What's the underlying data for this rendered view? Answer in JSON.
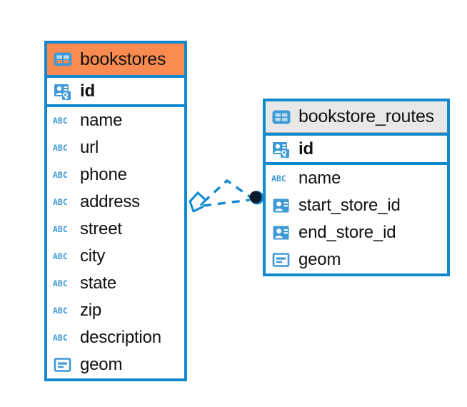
{
  "diagram": {
    "type": "entity-relationship-diagram",
    "background": "#ffffff",
    "colors": {
      "border_blue": "#1089ce",
      "header_orange": "#f98a50",
      "header_gray": "#e8e8e8",
      "icon_blue": "#3d9ad6",
      "text": "#111111",
      "connector_dark": "#0d1b2a"
    }
  },
  "tables": [
    {
      "name": "bookstores",
      "header_style": "orange",
      "icon": "table-icon",
      "primary_key": {
        "label": "id",
        "icon": "primary-key-icon"
      },
      "fields": [
        {
          "label": "name",
          "icon": "abc-icon"
        },
        {
          "label": "url",
          "icon": "abc-icon"
        },
        {
          "label": "phone",
          "icon": "abc-icon"
        },
        {
          "label": "address",
          "icon": "abc-icon"
        },
        {
          "label": "street",
          "icon": "abc-icon"
        },
        {
          "label": "city",
          "icon": "abc-icon"
        },
        {
          "label": "state",
          "icon": "abc-icon"
        },
        {
          "label": "zip",
          "icon": "abc-icon"
        },
        {
          "label": "description",
          "icon": "abc-icon"
        },
        {
          "label": "geom",
          "icon": "geometry-icon"
        }
      ]
    },
    {
      "name": "bookstore_routes",
      "header_style": "gray",
      "icon": "table-icon",
      "primary_key": {
        "label": "id",
        "icon": "primary-key-icon"
      },
      "fields": [
        {
          "label": "name",
          "icon": "abc-icon"
        },
        {
          "label": "start_store_id",
          "icon": "foreign-key-icon"
        },
        {
          "label": "end_store_id",
          "icon": "foreign-key-icon"
        },
        {
          "label": "geom",
          "icon": "geometry-icon"
        }
      ]
    }
  ],
  "relationships": [
    {
      "from_table": "bookstores",
      "to_table": "bookstore_routes",
      "from_marker": "diamond-marker",
      "to_marker": "circle-marker",
      "line_style": "dashed",
      "branches": 2
    }
  ]
}
